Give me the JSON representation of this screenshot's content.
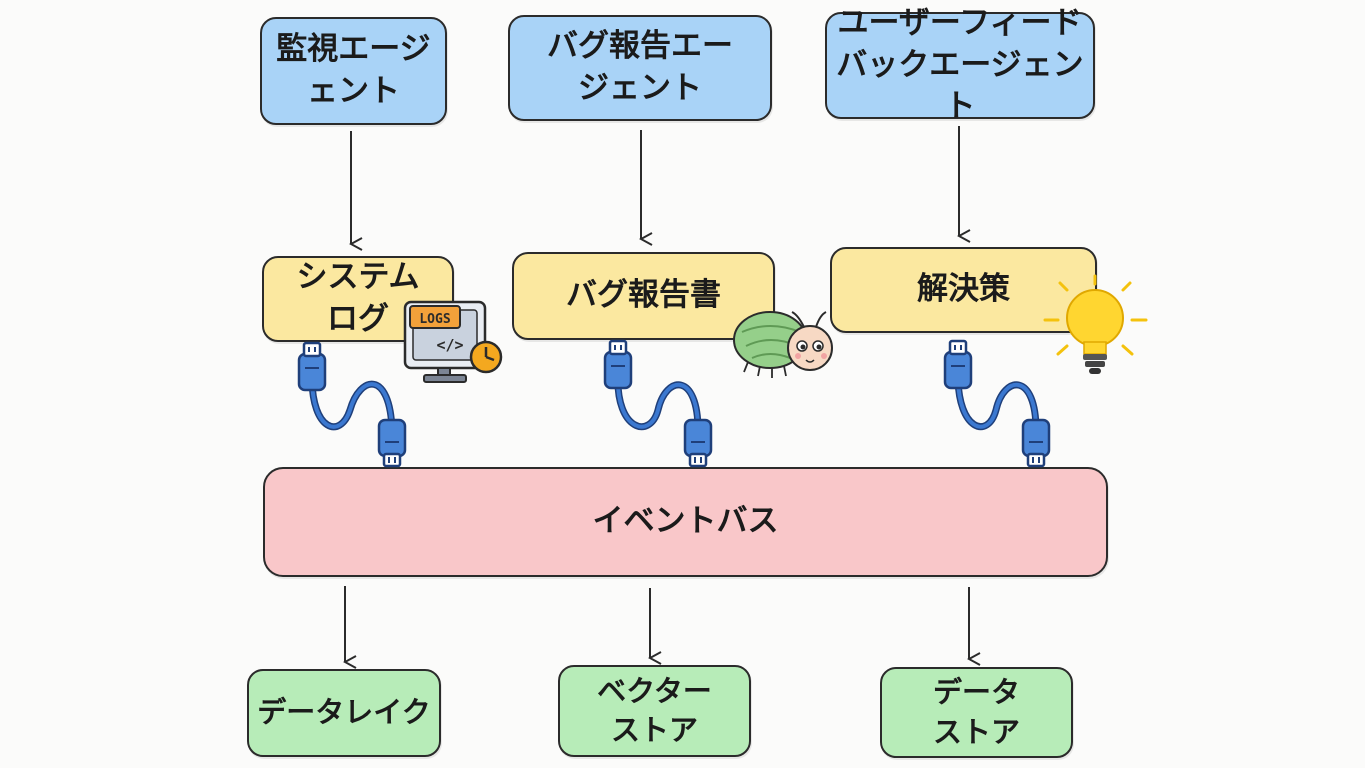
{
  "agents": [
    {
      "label": "監視エージ\nェント"
    },
    {
      "label": "バグ報告エー\nジェント"
    },
    {
      "label": "ユーザーフィード\nバックエージェント"
    }
  ],
  "middle": [
    {
      "label": "システム\nログ"
    },
    {
      "label": "バグ報告書"
    },
    {
      "label": "解決策"
    }
  ],
  "bus": {
    "label": "イベントバス"
  },
  "stores": [
    {
      "label": "データレイク"
    },
    {
      "label": "ベクター\nストア"
    },
    {
      "label": "データ\nストア"
    }
  ],
  "icons": {
    "logs_badge": "LOGS",
    "code_glyph": "</>"
  },
  "colors": {
    "agent": "#a9d3f7",
    "middle": "#fbe8a0",
    "bus": "#f9c7c9",
    "store": "#b7ecb8",
    "usb": "#3565b0"
  }
}
